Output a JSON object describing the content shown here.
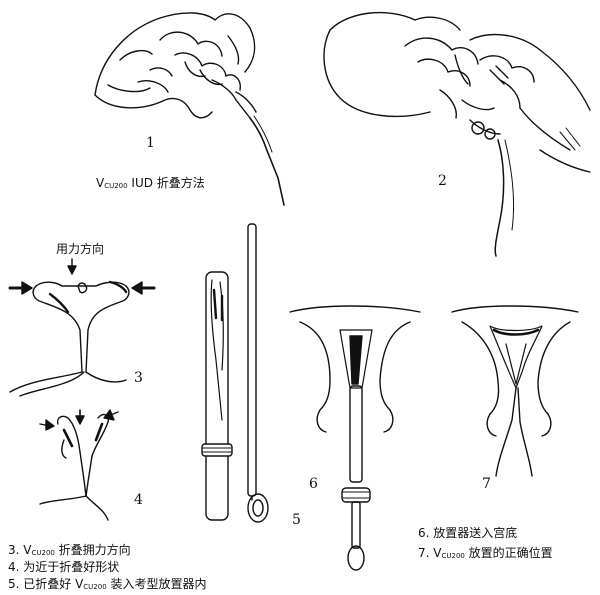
{
  "figure": {
    "panel_numbers": [
      "1",
      "2",
      "3",
      "4",
      "5",
      "6",
      "7"
    ],
    "caption_1": {
      "v": "V",
      "sub": "CU200",
      "rest": " IUD 折叠方法"
    },
    "force_direction_label": "用力方向",
    "legend_left": [
      {
        "prefix": "3. V",
        "sub": "CU200",
        "rest": " 折叠拥力方向"
      },
      {
        "prefix": "4. 为近于折叠好形状",
        "sub": "",
        "rest": ""
      },
      {
        "prefix": "5. 已折叠好 V",
        "sub": "CU200",
        "rest": " 装入考型放置器内"
      }
    ],
    "legend_right": [
      {
        "prefix": "6. 放置器送入宫底",
        "sub": "",
        "rest": ""
      },
      {
        "prefix": "7. V",
        "sub": "CU200",
        "rest": " 放置的正确位置"
      }
    ]
  }
}
